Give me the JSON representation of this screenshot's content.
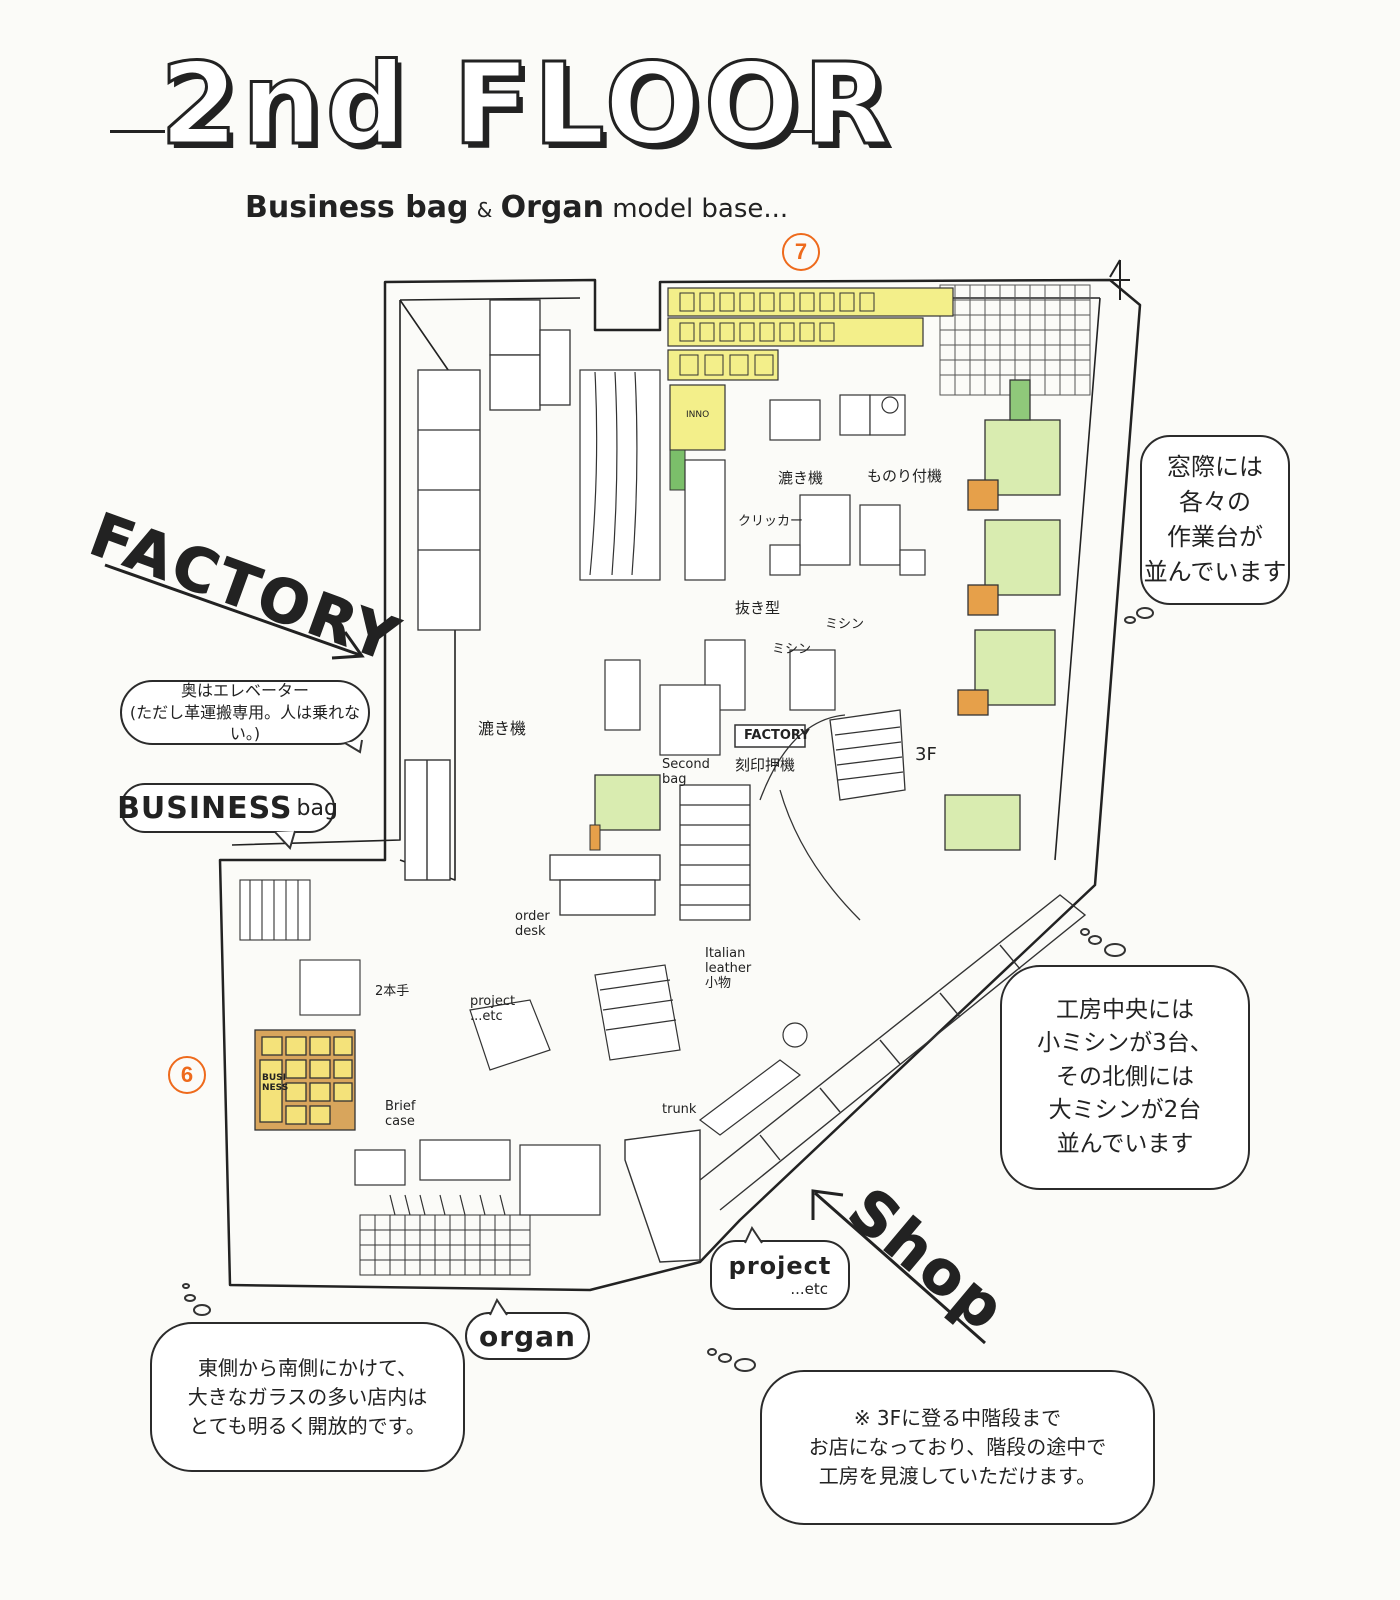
{
  "title": "2nd FLOOR",
  "subtitle": {
    "part1": "Business bag",
    "amp": "&",
    "part2": "Organ",
    "part3": "model base..."
  },
  "markers": {
    "seven": "7",
    "six": "6"
  },
  "side_labels": {
    "factory": "FACTORY",
    "shop": "Shop"
  },
  "bubbles": {
    "window_benches": "窓際には\n各々の\n作業台が\n並んでいます",
    "elevator": "奥はエレベーター\n(ただし革運搬専用。人は乗れない。)",
    "business_bag": "BUSINESS",
    "business_bag_small": "bag",
    "center_machines": "工房中央には\n小ミシンが3台、\nその北側には\n大ミシンが2台\n並んでいます",
    "project": "project",
    "project_etc": "...etc",
    "organ": "organ",
    "glass_windows": "東側から南側にかけて、\n大きなガラスの多い店内は\nとても明るく開放的です。",
    "stairs_note": "※ 3Fに登る中階段まで\nお店になっており、階段の途中で\n工房を見渡していただけます。"
  },
  "map_labels": {
    "kawasuki": "漉き機",
    "hokotsuke": "ものり付機",
    "clicker": "クリッカー",
    "nukigata": "抜き型",
    "mishin": "ミシン",
    "mishin_center": "ミシン",
    "kawasuki_west": "漉き機",
    "factory_sign": "FACTORY",
    "second_bag": "Second\nbag",
    "kokuin": "刻印押機",
    "up_3f": "3F",
    "order_desk": "order\ndesk",
    "two_bag": "2本手",
    "project_etc_map": "project\n...etc",
    "italian_leather": "Italian\nleather\n小物",
    "trunk": "trunk",
    "brief_case": "Brief\ncase",
    "shelf_tag": "INNO",
    "busi_ness": "BUSI\nNESS"
  },
  "colors": {
    "accent_orange": "#ee6a1c",
    "bench_green": "#d9ecb0",
    "bench_wood": "#e6a04a",
    "shelf_yellow": "#f3ef8a"
  }
}
